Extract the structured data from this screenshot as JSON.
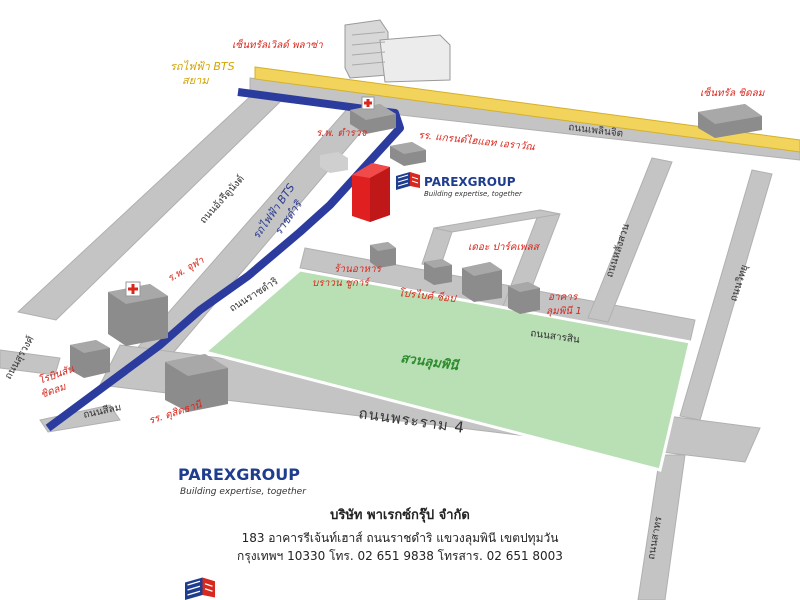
{
  "labels": {
    "central_world": "เซ็นทรัลเวิลด์ พลาซ่า",
    "bts_siam": [
      "รถไฟฟ้า BTS",
      "สยาม"
    ],
    "central_chidlom": "เซ็นทรัล ชิดลม",
    "police_hospital": "ร.พ. ตำรวจ",
    "grand_hyatt": "รร. แกรนด์ไฮแอท เอราวัณ",
    "ploenchit_road": "ถนนเพลินจิต",
    "bts_ratchadamri": [
      "รถไฟฟ้า BTS",
      "ราชดำริ"
    ],
    "henri_dunant_road": "ถนนอังรีดูนังต์",
    "ratchadamri_road": "ถนนราชดำริ",
    "lang_suan_road": "ถนนหลังสวน",
    "wireless_road": "ถนนวิทยุ",
    "the_palm_place": "เดอะ ปาร์คเพลส",
    "restaurant": [
      "ร้านอาหาร",
      "บราวน ชูการ์"
    ],
    "pro_bike": "โปรไบค์ ช็อป",
    "lumpini_building": [
      "อาคาร",
      "ลุมพินี 1"
    ],
    "sarasin_road": "ถนนสารสิน",
    "chula_hospital": "ร.พ. จุฬา",
    "lumpini_park": "สวนลุมพินี",
    "surawong_road": "ถนนสุรวงศ์",
    "robinson": [
      "โรบินสัน",
      "ชิดลม"
    ],
    "silom_road": "ถนนสีลม",
    "dusit_thani": "รร. ดุสิตธานี",
    "rama4_road": "ถนนพระราม 4",
    "sathorn_road": "ถนนสาทร"
  },
  "logo": {
    "name": "PAREXGROUP",
    "tagline": "Building expertise, together"
  },
  "company": {
    "name": "บริษัท พาเรกซ์กรุ๊ป จำกัด",
    "address_line1": "183 อาคารรีเจ้นท์เฮาส์ ถนนราชดำริ แขวงลุมพินี เขตปทุมวัน",
    "address_line2": "กรุงเทพฯ 10330 โทร. 02 651 9838 โทรสาร. 02 651 8003"
  },
  "colors": {
    "road": "#c4c4c4",
    "bts_siam_line": "#f2d35c",
    "bts_silom_line": "#2b3b9e",
    "park": "#b8e0b4",
    "building": "#8c8c8c",
    "target_building": "#e02020",
    "label_red": "#d9281e",
    "label_blue": "#2a3a8f",
    "label_yellow": "#d4a400",
    "logo_blue": "#1f3d8f"
  }
}
